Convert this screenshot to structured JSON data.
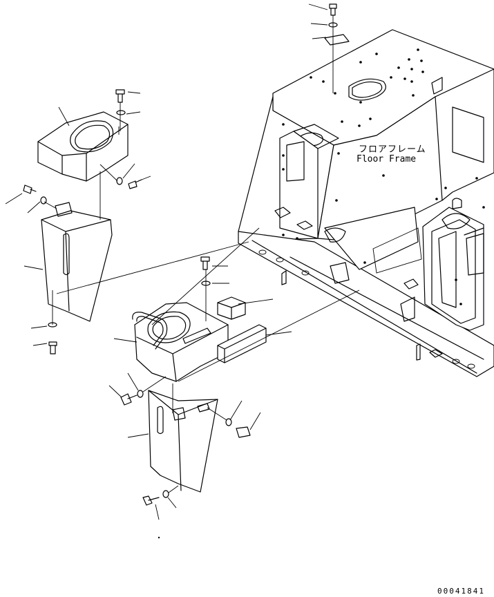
{
  "diagram": {
    "floor_frame_label_jp": "フロアフレーム",
    "floor_frame_label_en": "Floor Frame",
    "drawing_code": "00041841"
  }
}
